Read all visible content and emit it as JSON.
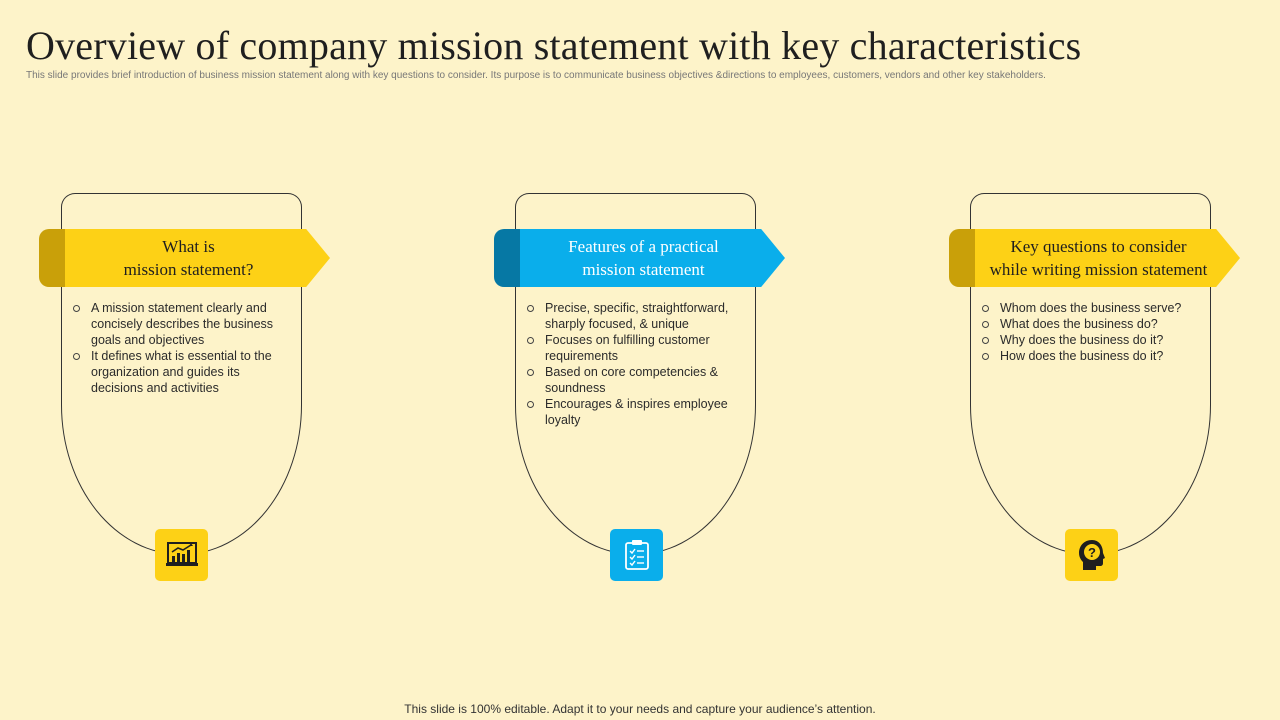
{
  "title": "Overview of company mission statement with key characteristics",
  "subtitle": "This slide provides brief introduction of business mission statement along with key questions to consider. Its purpose is to communicate business objectives &directions to employees, customers, vendors and other key stakeholders.",
  "colors": {
    "background": "#fdf3c9",
    "yellow": "#fdd116",
    "blue": "#0aaeeb"
  },
  "cards": [
    {
      "heading": "What is\nmission statement?",
      "bullets": [
        "A mission statement clearly and concisely describes the business goals and objectives",
        "It defines what is essential to the organization and guides its decisions and activities"
      ],
      "icon": "growth-chart-icon"
    },
    {
      "heading": "Features of a practical\nmission statement",
      "bullets": [
        "Precise, specific, straightforward, sharply focused, & unique",
        "Focuses on fulfilling customer requirements",
        "Based on core competencies & soundness",
        "Encourages & inspires employee loyalty"
      ],
      "icon": "checklist-clipboard-icon"
    },
    {
      "heading": "Key questions to consider\nwhile writing mission statement",
      "bullets": [
        "Whom does the business serve?",
        "What does the business do?",
        "Why does the business do it?",
        "How does the business do it?"
      ],
      "icon": "head-question-icon"
    }
  ],
  "footer": "This slide is 100% editable. Adapt it to your needs and capture your audience’s attention."
}
